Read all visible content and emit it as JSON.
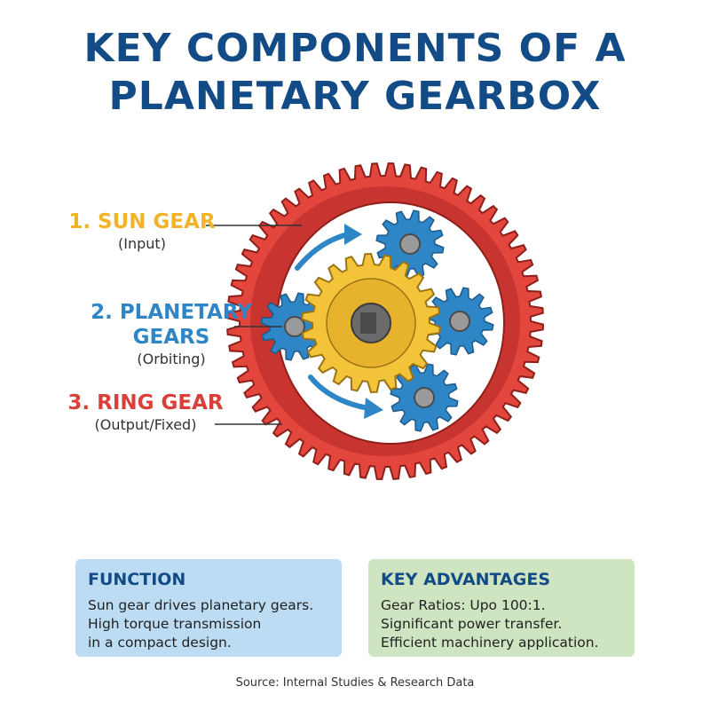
{
  "title": {
    "line1": "KEY COMPONENTS OF A",
    "line2": "PLANETARY GEARBOX"
  },
  "labels": [
    {
      "main": "1. SUN GEAR",
      "sub": "(Input)",
      "color": "#f1b428"
    },
    {
      "main": "2. PLANETARY GEARS",
      "sub": "(Orbiting)",
      "color": "#2f86c6"
    },
    {
      "main": "3. RING GEAR",
      "sub": "(Output/Fixed)",
      "color": "#d9403a"
    }
  ],
  "colors": {
    "sun": "#f3c43a",
    "planet": "#2f86c6",
    "ring": "#e2463d",
    "arrow": "#2f86c6"
  },
  "function_box": {
    "title": "FUNCTION",
    "lines": [
      "Sun gear drives planetary gears.",
      "High torque transmission",
      "in a compact design."
    ]
  },
  "advantages_box": {
    "title": "KEY ADVANTAGES",
    "lines": [
      "Gear Ratios: Upo 100:1.",
      "Significant power transfer.",
      "Efficient machinery application."
    ]
  },
  "source": "Source: Internal Studies & Research Data"
}
